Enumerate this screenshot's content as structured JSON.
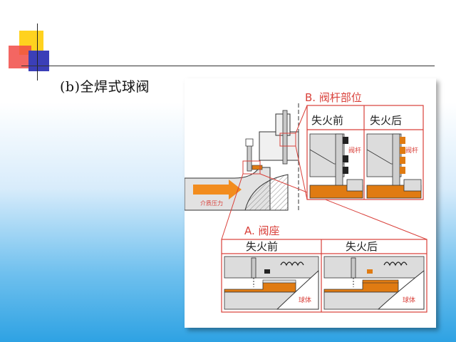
{
  "slide": {
    "title": "(b)全焊式球阀"
  },
  "diagram": {
    "stem_section": {
      "title": "B. 阀杆部位",
      "before_label": "失火前",
      "after_label": "失火后",
      "stem_label_before": "阀杆",
      "stem_label_after": "阀杆"
    },
    "seat_section": {
      "title": "A. 阀座",
      "before_label": "失火前",
      "after_label": "失火后",
      "ball_label_before": "球体",
      "ball_label_after": "球体"
    },
    "medium_pressure_label": "介质压力"
  },
  "colors": {
    "outline_red": "#d9403a",
    "seal_orange": "#e07b12",
    "section_gray": "#dcdcdc",
    "flow_arrow": "#f28c1e"
  }
}
